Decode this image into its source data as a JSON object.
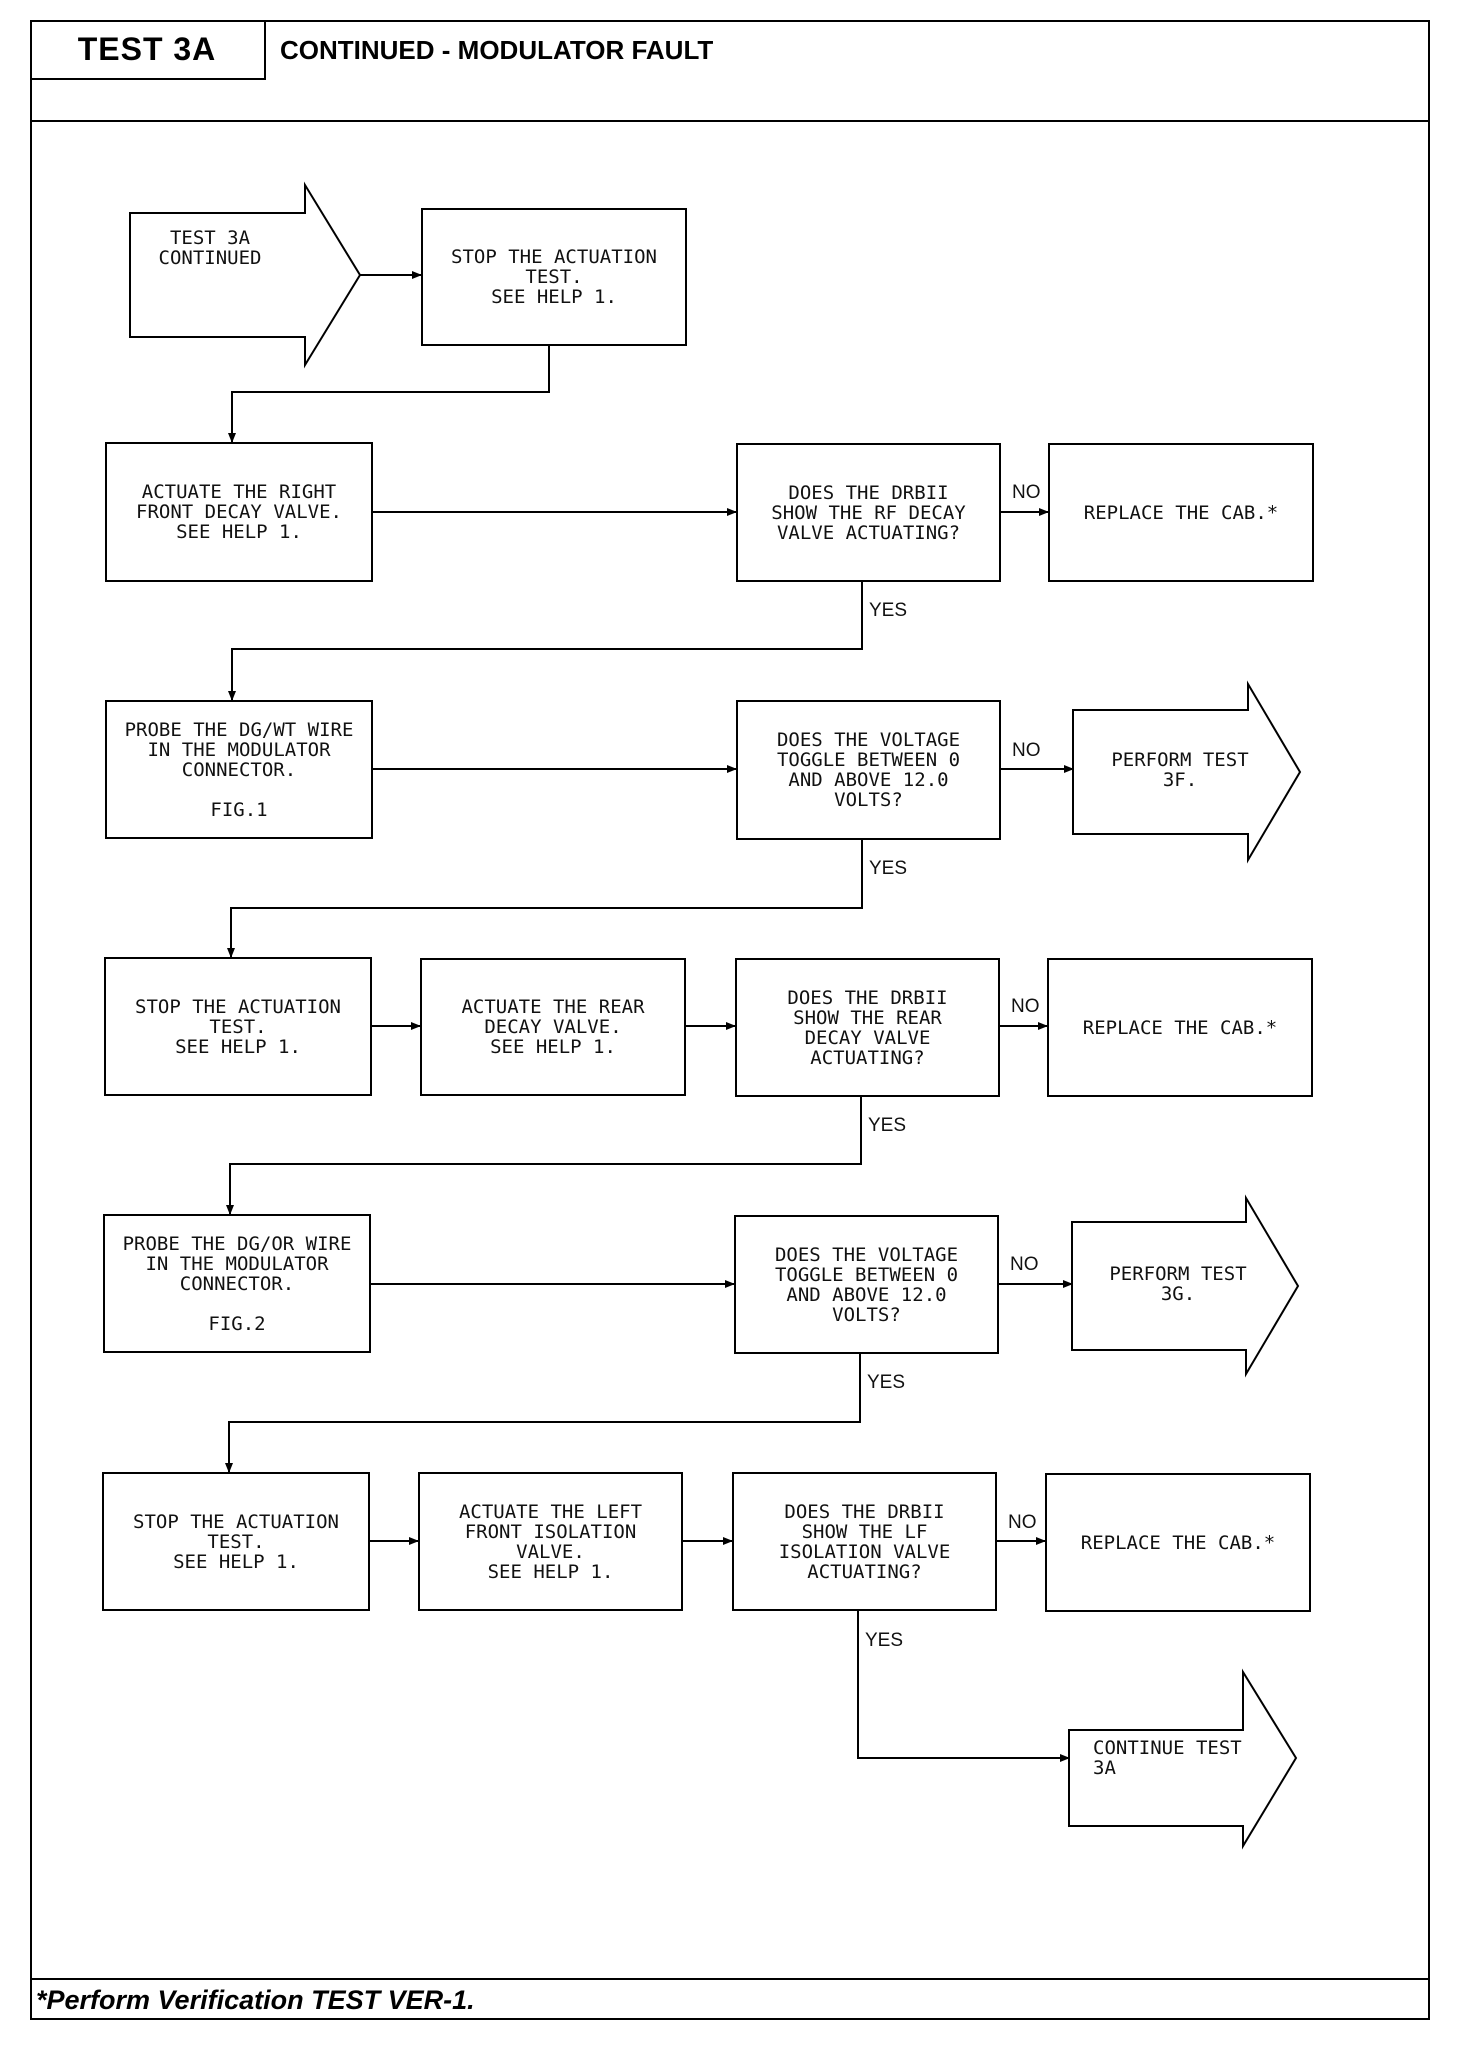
{
  "header": {
    "test_label": "TEST 3A",
    "title": "CONTINUED - MODULATOR FAULT"
  },
  "footer": {
    "note": "*Perform Verification TEST VER-1."
  },
  "flow": {
    "start": "TEST 3A\nCONTINUED",
    "r1_action": "STOP THE ACTUATION\nTEST.\nSEE HELP 1.",
    "r2_action": "ACTUATE THE RIGHT\nFRONT DECAY VALVE.\nSEE HELP 1.",
    "r2_question": "DOES THE DRBII\nSHOW THE RF DECAY\nVALVE ACTUATING?",
    "r2_result": "REPLACE THE CAB.*",
    "r3_action": "PROBE THE DG/WT WIRE\nIN THE MODULATOR\nCONNECTOR.\n\nFIG.1",
    "r3_question": "DOES THE VOLTAGE\nTOGGLE BETWEEN 0\nAND ABOVE 12.0\nVOLTS?",
    "r3_result": "PERFORM TEST\n3F.",
    "r4_action1": "STOP THE ACTUATION\nTEST.\nSEE HELP 1.",
    "r4_action2": "ACTUATE THE REAR\nDECAY VALVE.\nSEE HELP 1.",
    "r4_question": "DOES THE DRBII\nSHOW THE REAR\nDECAY VALVE\nACTUATING?",
    "r4_result": "REPLACE THE CAB.*",
    "r5_action": "PROBE THE DG/OR WIRE\nIN THE MODULATOR\nCONNECTOR.\n\nFIG.2",
    "r5_question": "DOES THE VOLTAGE\nTOGGLE BETWEEN 0\nAND ABOVE 12.0\nVOLTS?",
    "r5_result": "PERFORM TEST\n3G.",
    "r6_action1": "STOP THE ACTUATION\nTEST.\nSEE HELP 1.",
    "r6_action2": "ACTUATE THE LEFT\nFRONT ISOLATION\nVALVE.\nSEE HELP 1.",
    "r6_question": "DOES THE DRBII\nSHOW THE LF\nISOLATION VALVE\nACTUATING?",
    "r6_result": "REPLACE THE CAB.*",
    "end": "CONTINUE TEST\n3A"
  },
  "labels": {
    "no": "NO",
    "yes": "YES"
  }
}
